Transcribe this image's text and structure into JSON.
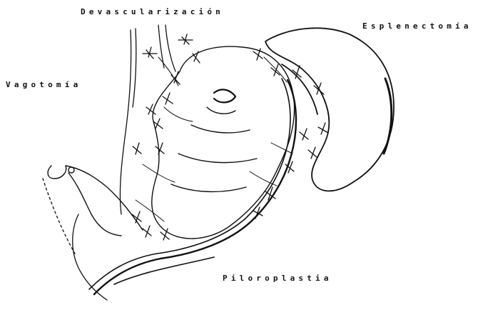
{
  "labels": {
    "devascularizacion": "Devascularización",
    "esplenectomia": "Esplenectomía",
    "vagotomia": "Vagotomía",
    "piloroplastia": "Piloroplastia"
  },
  "colors": {
    "ink": "#111111",
    "background": "#ffffff"
  }
}
